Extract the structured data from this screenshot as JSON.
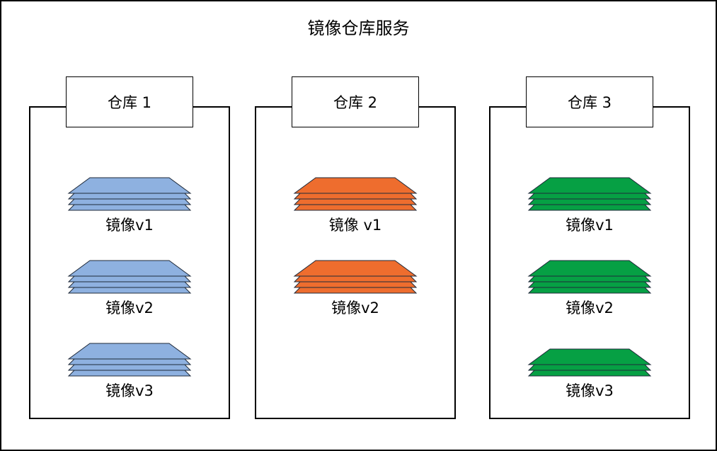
{
  "title": "镜像仓库服务",
  "repositories": [
    {
      "label": "仓库 1",
      "color": "#8EB1E0",
      "images": [
        {
          "label": "镜像v1",
          "layers": 4
        },
        {
          "label": "镜像v2",
          "layers": 4
        },
        {
          "label": "镜像v3",
          "layers": 4
        }
      ]
    },
    {
      "label": "仓库 2",
      "color": "#EE6D2E",
      "images": [
        {
          "label": "镜像 v1",
          "layers": 4
        },
        {
          "label": "镜像v2",
          "layers": 4
        }
      ]
    },
    {
      "label": "仓库 3",
      "color": "#06A044",
      "images": [
        {
          "label": "镜像v1",
          "layers": 4
        },
        {
          "label": "镜像v2",
          "layers": 4
        },
        {
          "label": "镜像v3",
          "layers": 3
        }
      ]
    }
  ]
}
